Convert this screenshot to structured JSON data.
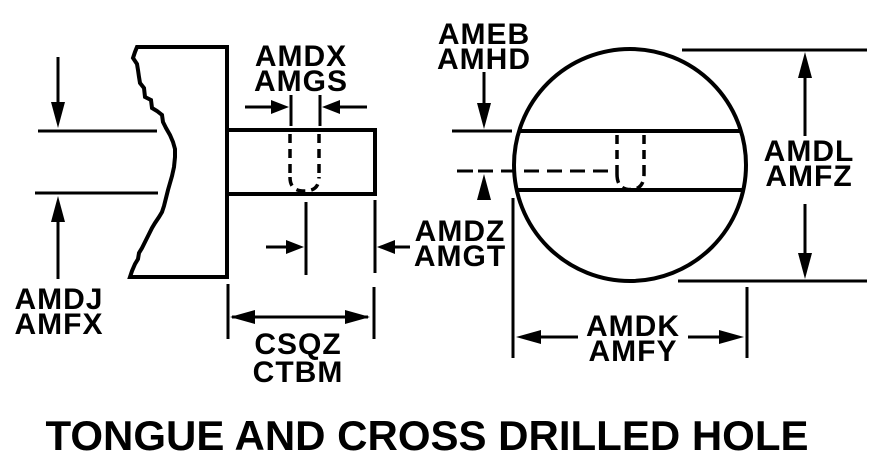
{
  "diagram": {
    "title": "TONGUE AND CROSS DRILLED HOLE",
    "colors": {
      "ink": "#000000",
      "paper": "#ffffff"
    },
    "labels": {
      "amdx_amgs": {
        "line1": "AMDX",
        "line2": "AMGS"
      },
      "ameb_amhd": {
        "line1": "AMEB",
        "line2": "AMHD"
      },
      "amdl_amfz": {
        "line1": "AMDL",
        "line2": "AMFZ"
      },
      "amdj_amfx": {
        "line1": "AMDJ",
        "line2": "AMFX"
      },
      "amdz_amgt": {
        "line1": "AMDZ",
        "line2": "AMGT"
      },
      "csqz_ctbm": {
        "line1": "CSQZ",
        "line2": "CTBM"
      },
      "amdk_amfy": {
        "line1": "AMDK",
        "line2": "AMFY"
      }
    }
  }
}
